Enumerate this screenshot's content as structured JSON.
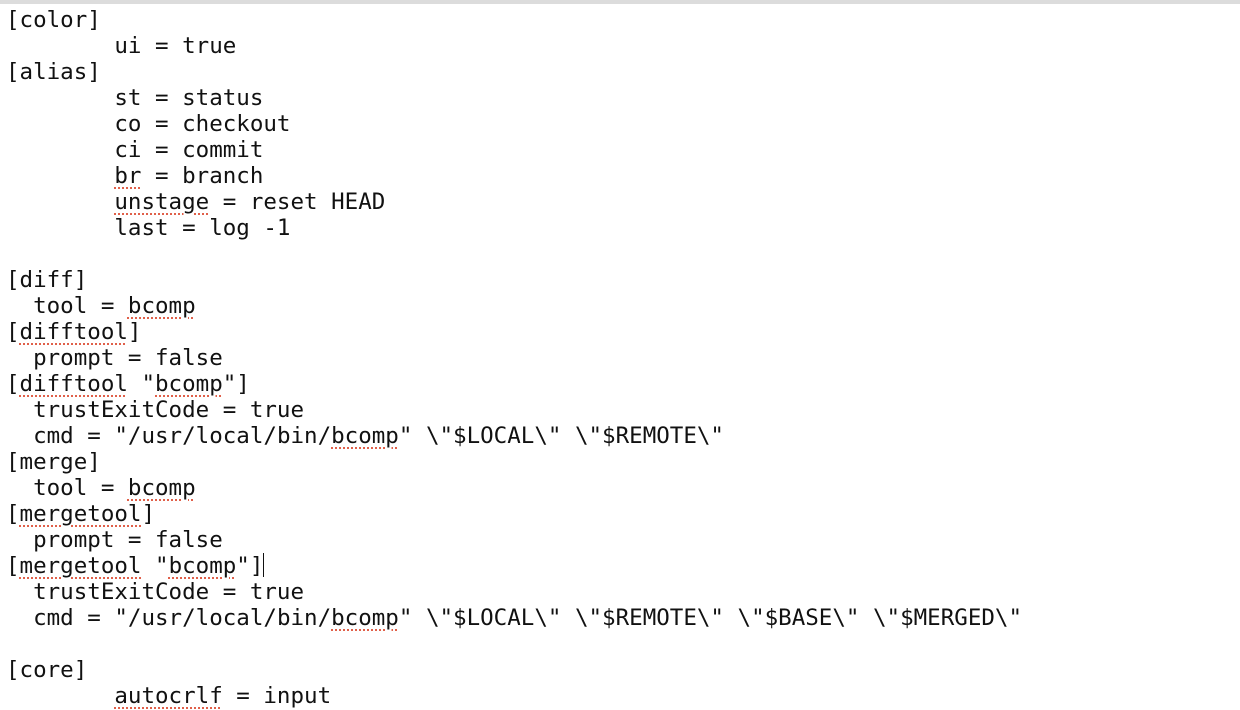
{
  "editor": {
    "lines": [
      "[color]",
      "        ui = true",
      "[alias]",
      "        st = status",
      "        co = checkout",
      "        ci = commit",
      "        br = branch",
      "        unstage = reset HEAD",
      "        last = log -1",
      "",
      "[diff]",
      "  tool = bcomp",
      "[difftool]",
      "  prompt = false",
      "[difftool \"bcomp\"]",
      "  trustExitCode = true",
      "  cmd = \"/usr/local/bin/bcomp\" \\\"$LOCAL\\\" \\\"$REMOTE\\\"",
      "[merge]",
      "  tool = bcomp",
      "[mergetool]",
      "  prompt = false",
      "[mergetool \"bcomp\"]",
      "  trustExitCode = true",
      "  cmd = \"/usr/local/bin/bcomp\" \\\"$LOCAL\\\" \\\"$REMOTE\\\" \\\"$BASE\\\" \\\"$MERGED\\\"",
      "",
      "[core]",
      "        autocrlf = input",
      "[...]"
    ],
    "misspelled": [
      "br",
      "unstage",
      "bcomp",
      "difftool",
      "mergetool",
      "autocrlf"
    ],
    "caret_line": 21,
    "spellcheck_color": "#e0604a"
  }
}
